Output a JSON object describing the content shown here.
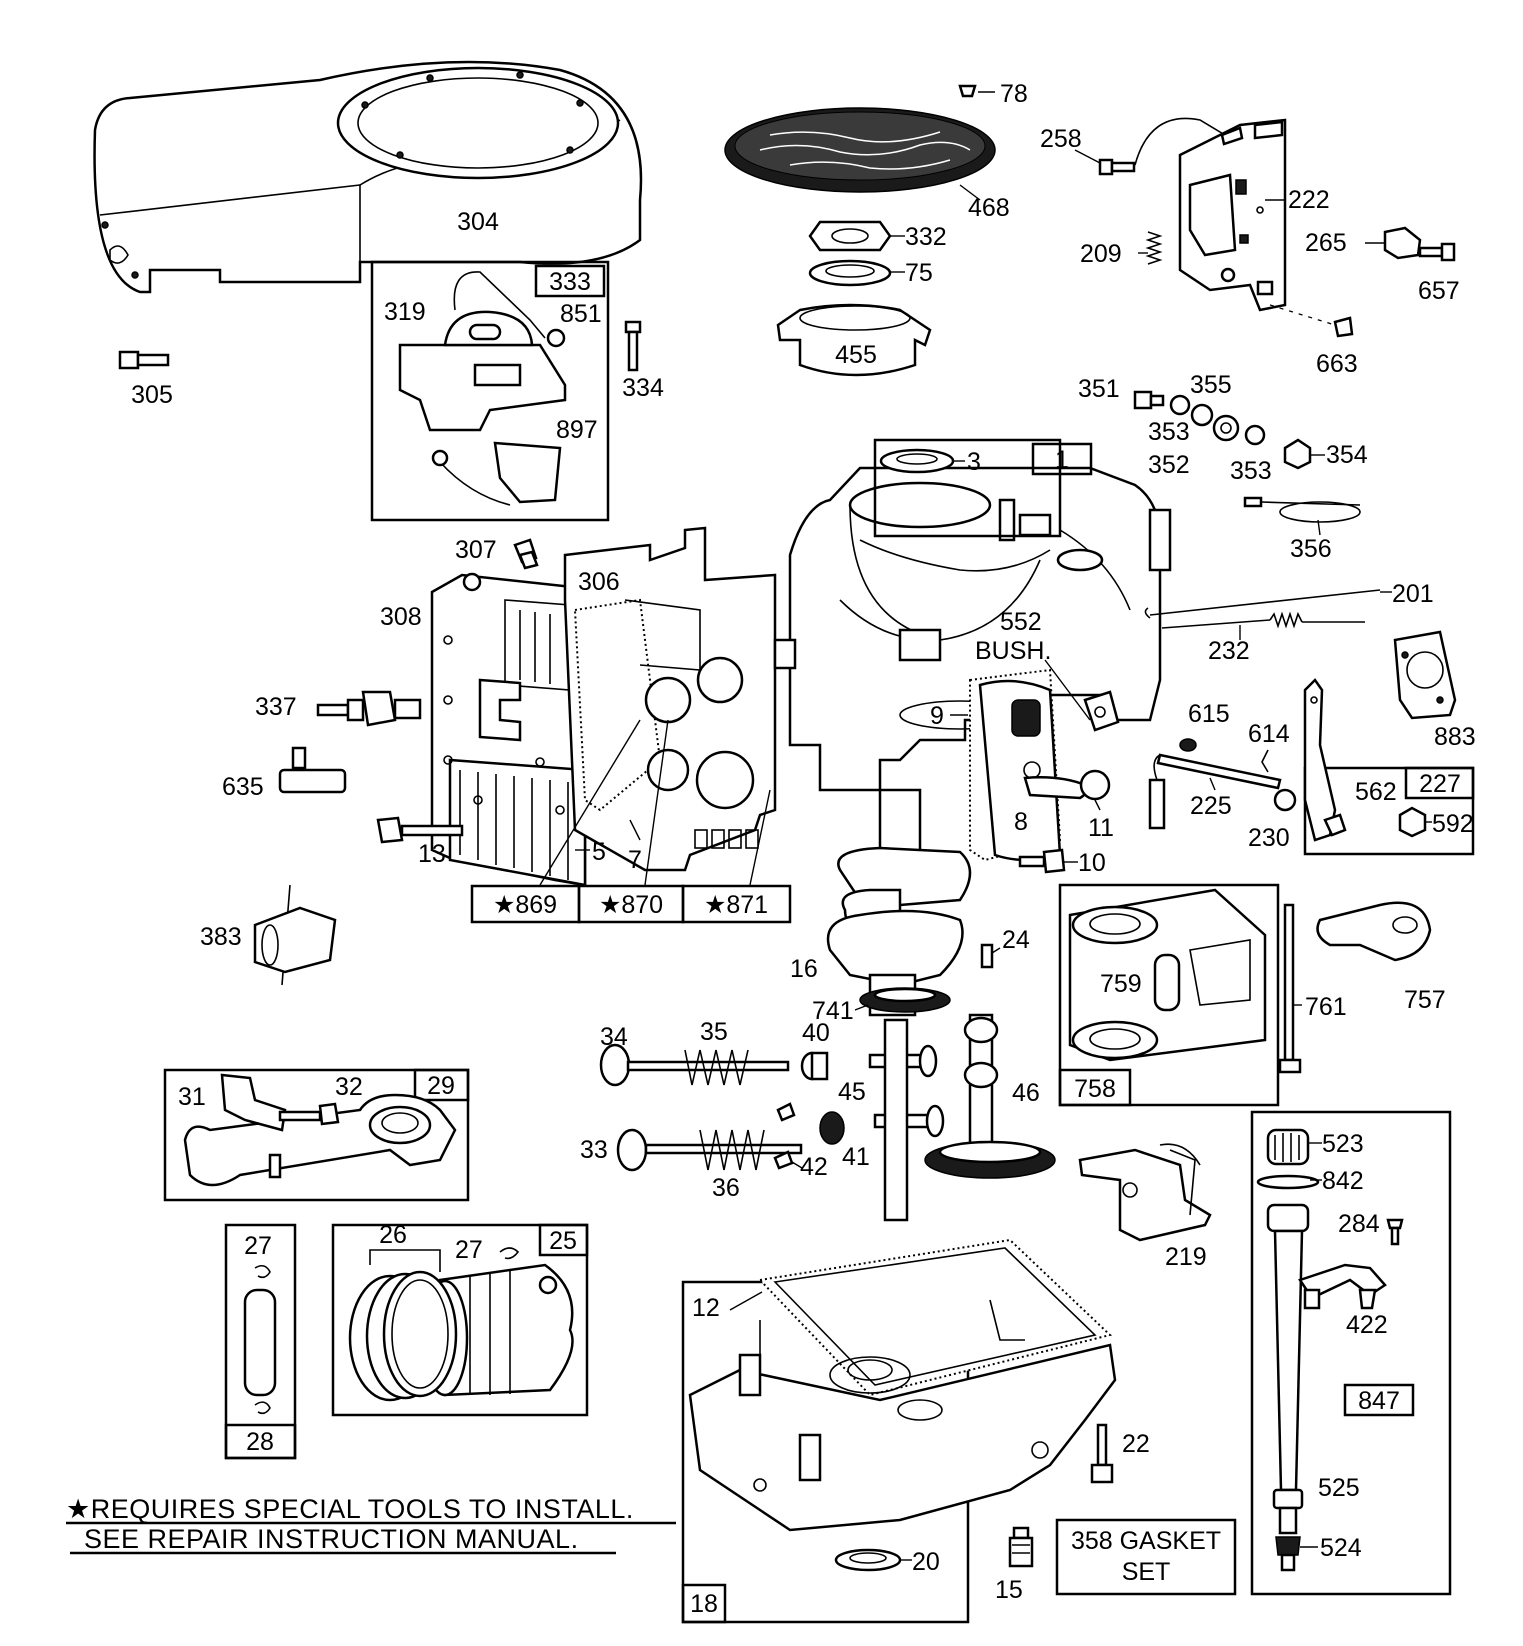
{
  "labels": {
    "l304": "304",
    "l305": "305",
    "l333": "333",
    "l319": "319",
    "l851": "851",
    "l897": "897",
    "l334": "334",
    "l78": "78",
    "l468": "468",
    "l332": "332",
    "l75": "75",
    "l455": "455",
    "l258": "258",
    "l222": "222",
    "l209": "209",
    "l265": "265",
    "l657": "657",
    "l663": "663",
    "l351": "351",
    "l355": "355",
    "l353a": "353",
    "l352": "352",
    "l353b": "353",
    "l354": "354",
    "l356": "356",
    "l3": "3",
    "l1": "1",
    "l307": "307",
    "l306": "306",
    "l308": "308",
    "l337": "337",
    "l635": "635",
    "l13": "13",
    "l5": "5",
    "l7": "7",
    "l869": "★869",
    "l870": "★870",
    "l871": "★871",
    "l552": "552",
    "lbush": "BUSH.",
    "l9": "9",
    "l8": "8",
    "l11": "11",
    "l10": "10",
    "l201": "201",
    "l232": "232",
    "l883": "883",
    "l615": "615",
    "l614": "614",
    "l225": "225",
    "l230": "230",
    "l562": "562",
    "l227": "227",
    "l592": "592",
    "l383": "383",
    "l24": "24",
    "l16": "16",
    "l741": "741",
    "l759": "759",
    "l761": "761",
    "l757": "757",
    "l758": "758",
    "l34": "34",
    "l35": "35",
    "l40": "40",
    "l45": "45",
    "l46": "46",
    "l33": "33",
    "l36": "36",
    "l42": "42",
    "l41": "41",
    "l31": "31",
    "l32": "32",
    "l29": "29",
    "l219": "219",
    "l523": "523",
    "l842": "842",
    "l284": "284",
    "l422": "422",
    "l847": "847",
    "l27a": "27",
    "l28": "28",
    "l26": "26",
    "l27b": "27",
    "l25": "25",
    "l12": "12",
    "l22": "22",
    "l18": "18",
    "l20": "20",
    "l15": "15",
    "l358a": "358 GASKET",
    "l358b": "SET",
    "l525": "525",
    "l524": "524"
  },
  "footnote": {
    "line1": "★REQUIRES SPECIAL TOOLS TO INSTALL.",
    "line2": "SEE REPAIR INSTRUCTION MANUAL."
  }
}
